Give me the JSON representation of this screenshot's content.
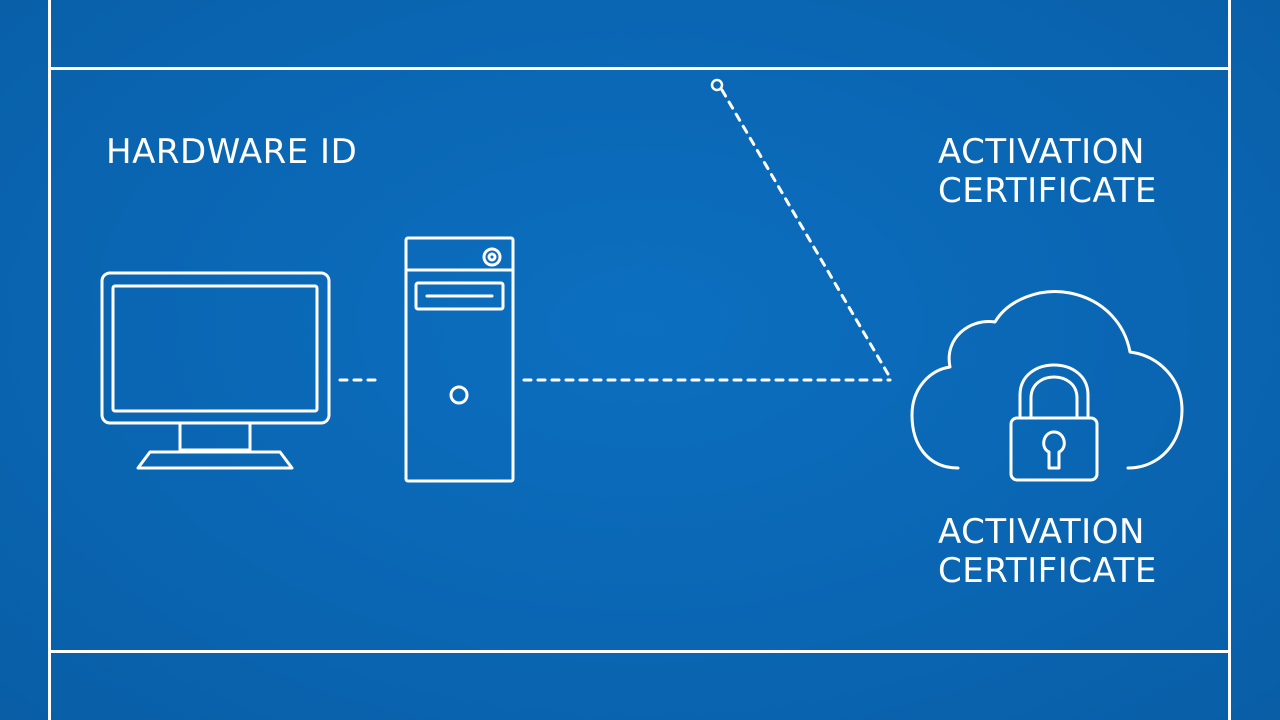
{
  "labels": {
    "hardware_id": "HARDWARE ID",
    "activation_top": [
      "ACTIVATION",
      "CERTIFICATE"
    ],
    "activation_bottom": [
      "ACTIVATION",
      "CERTIFICATE"
    ]
  },
  "icons": {
    "monitor": "monitor-icon",
    "tower": "computer-tower-icon",
    "cloud": "cloud-icon",
    "lock": "padlock-icon"
  },
  "colors": {
    "background": "#0a67b5",
    "line": "#ffffff"
  }
}
